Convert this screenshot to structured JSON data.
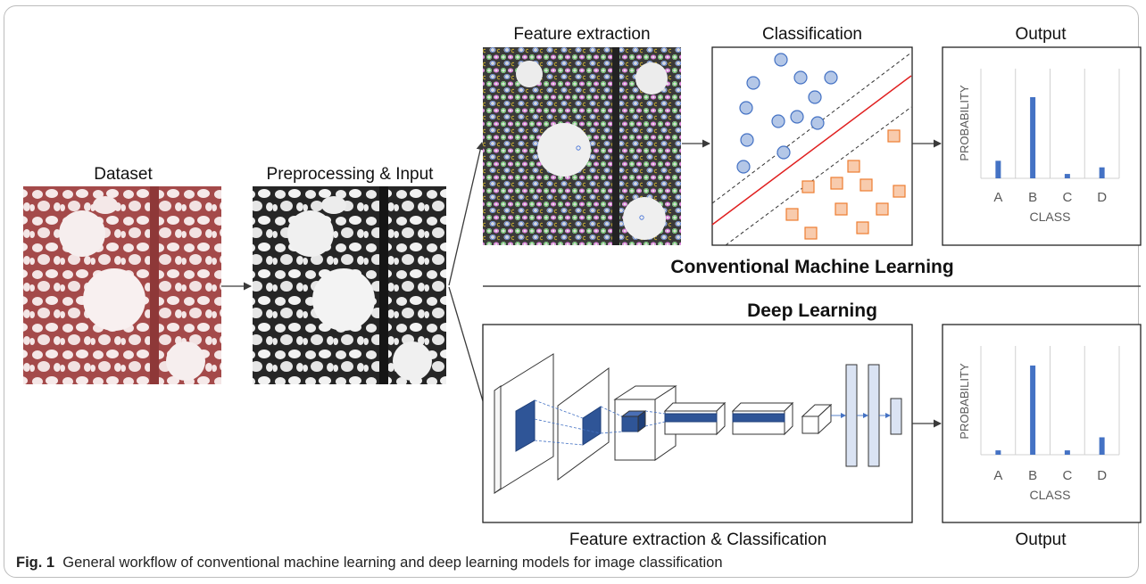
{
  "stages": {
    "dataset": "Dataset",
    "preprocessing": "Preprocessing & Input"
  },
  "conventional": {
    "heading": "Conventional  Machine Learning",
    "feature_extraction": "Feature extraction",
    "classification": "Classification",
    "output": "Output"
  },
  "deep": {
    "heading": "Deep Learning",
    "feature_extraction_classification": "Feature extraction & Classification",
    "output": "Output"
  },
  "caption": {
    "label": "Fig. 1",
    "text": "General workflow of conventional machine learning and deep learning models for image classification"
  },
  "colors": {
    "dataset_tint": "#a44a4a",
    "circle_fill": "#b4c7e7",
    "circle_stroke": "#4472c4",
    "square_fill": "#f8cbad",
    "square_stroke": "#ed7d31",
    "bar": "#4472c4",
    "hyperplane": "#e02020",
    "cnn_kernel": "#2f5597",
    "fc_fill": "#dae3f3"
  },
  "chart_data": [
    {
      "type": "bar",
      "ylabel": "PROBABILITY",
      "xlabel": "CLASS",
      "categories": [
        "A",
        "B",
        "C",
        "D"
      ],
      "values": [
        0.16,
        0.74,
        0.04,
        0.1
      ],
      "ylim": [
        0,
        1
      ]
    },
    {
      "type": "bar",
      "ylabel": "PROBABILITY",
      "xlabel": "CLASS",
      "categories": [
        "A",
        "B",
        "C",
        "D"
      ],
      "values": [
        0.04,
        0.82,
        0.04,
        0.16
      ],
      "ylim": [
        0,
        1
      ]
    }
  ]
}
